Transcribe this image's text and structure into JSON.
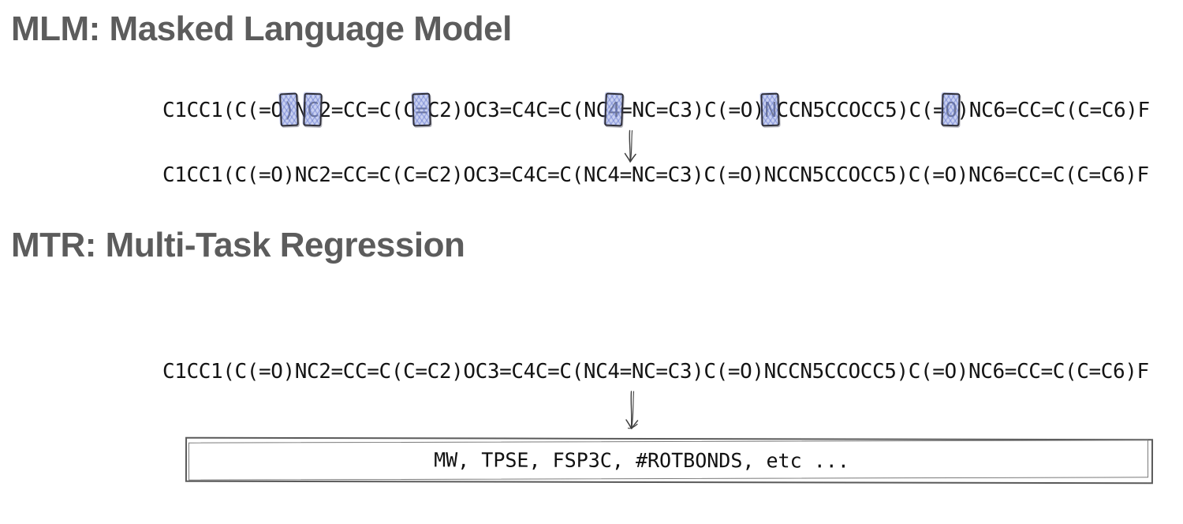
{
  "mlm": {
    "title": "MLM: Masked Language Model",
    "masked_smiles": "C1CC1(C(=O)NC2=CC=C(C=C2)OC3=C4C=C(NC4=NC=C3)C(=O)NCCN5CCOCC5)C(=O)NC6=CC=C(C=C6)F",
    "masked_indices": [
      10,
      12,
      21,
      37,
      50,
      65
    ],
    "predicted_smiles": "C1CC1(C(=O)NC2=CC=C(C=C2)OC3=C4C=C(NC4=NC=C3)C(=O)NCCN5CCOCC5)C(=O)NC6=CC=C(C=C6)F"
  },
  "mtr": {
    "title": "MTR: Multi-Task Regression",
    "input_smiles": "C1CC1(C(=O)NC2=CC=C(C=C2)OC3=C4C=C(NC4=NC=C3)C(=O)NCCN5CCOCC5)C(=O)NC6=CC=C(C=C6)F",
    "targets_label": "MW, TPSE, FSP3C, #ROTBONDS, etc ..."
  },
  "icons": {
    "mlm_arrow": "down-arrow",
    "mtr_arrow": "down-arrow"
  },
  "colors": {
    "title_text": "#5c5c5c",
    "smiles_text": "#141414",
    "mask_fill": "#a8b5e9",
    "mask_hatch": "#5a6ec8",
    "mask_border": "#2e2e38",
    "arrow": "#3f3f3f",
    "box_border": "#5a5a5a"
  }
}
